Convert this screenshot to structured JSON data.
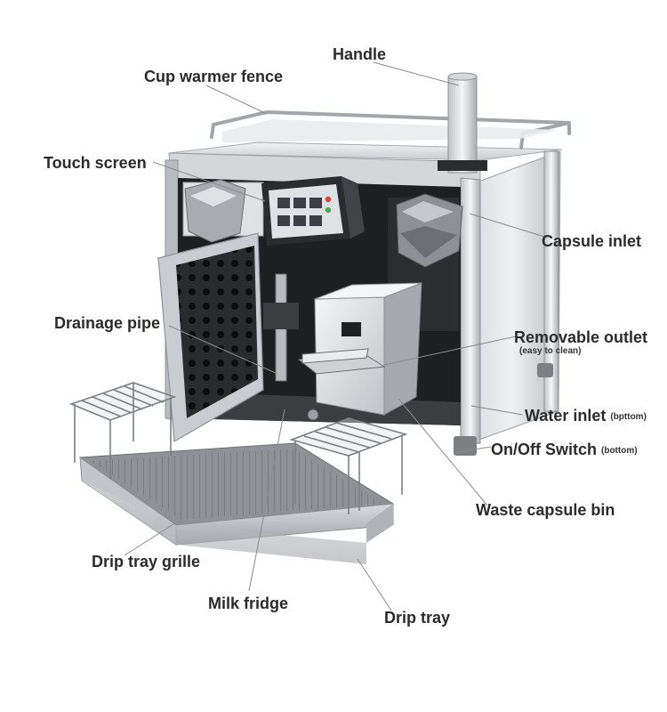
{
  "labels": {
    "handle": "Handle",
    "cup_warmer_fence": "Cup warmer fence",
    "touch_screen": "Touch screen",
    "capsule_inlet": "Capsule inlet",
    "drainage_pipe": "Drainage pipe",
    "removable_outlet": "Removable outlet",
    "removable_outlet_note": "(easy to clean)",
    "water_inlet": "Water inlet",
    "water_inlet_note": "(bpttom)",
    "on_off_switch": "On/Off Switch",
    "on_off_switch_note": "(bottom)",
    "waste_capsule_bin": "Waste capsule bin",
    "drip_tray_grille": "Drip tray grille",
    "milk_fridge": "Milk fridge",
    "drip_tray": "Drip tray"
  },
  "colors": {
    "label_text": "#2b2b2b",
    "leader_line": "#8a8a8a",
    "steel_light": "#e4e6e8",
    "steel_mid": "#c3c6c9",
    "steel_dark": "#8f9397",
    "interior_dark": "#1e1f21",
    "screen_bezel": "#2a2c2f"
  }
}
